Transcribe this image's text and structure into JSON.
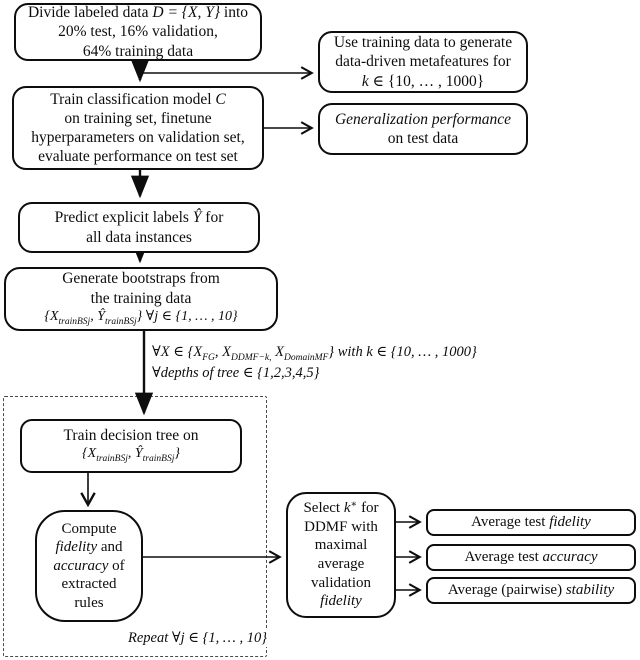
{
  "figure_type": "flowchart",
  "accent_color": "#0d0d0d",
  "background_color": "#ffffff",
  "boxes": {
    "divide": {
      "l1a": "Divide labeled data ",
      "l1b": "D = {X, Y}",
      "l1c": " into",
      "l2": "20% test, 16% validation,",
      "l3": "64% training data"
    },
    "metafeatures": {
      "l1": "Use training data to generate",
      "l2": "data-driven metafeatures for",
      "l3a": "k",
      "l3b": " ∈ {10, … , 1000}"
    },
    "train_model": {
      "l1a": "Train classification model ",
      "l1b": "C",
      "l2": "on training set, finetune",
      "l3": "hyperparameters on validation set,",
      "l4": "evaluate performance on test set"
    },
    "generalization": {
      "l1": "Generalization performance",
      "l2": "on test data"
    },
    "predict": {
      "l1a": "Predict explicit labels ",
      "l1b": "Ŷ",
      "l1c": " for",
      "l2": "all data instances"
    },
    "bootstraps": {
      "l1": "Generate bootstraps from",
      "l2": "the training data",
      "l3a": "{X",
      "l3sub1": "trainBSj",
      "l3b": ", Ŷ",
      "l3sub2": "trainBSj",
      "l3c": "} ∀j ∈ {1, … , 10}"
    },
    "train_tree": {
      "l1": "Train decision tree on",
      "l2a": "{X",
      "l2sub1": "trainBSj",
      "l2b": ", Ŷ",
      "l2sub2": "trainBSj",
      "l2c": "}"
    },
    "compute": {
      "l1": "Compute",
      "l2a": "fidelity",
      "l2b": " and",
      "l3a": "accuracy",
      "l3b": " of",
      "l4": "extracted",
      "l5": "rules"
    },
    "select": {
      "l1a": "Select ",
      "l1b": "k",
      "l1sup": "∗",
      "l1c": " for",
      "l2": "DDMF with",
      "l3": "maximal",
      "l4": "average",
      "l5": "validation",
      "l6": "fidelity"
    },
    "out_fidelity": {
      "a": "Average test ",
      "b": "fidelity"
    },
    "out_accuracy": {
      "a": "Average test ",
      "b": "accuracy"
    },
    "out_stability": {
      "a": "Average (pairwise) ",
      "b": "stability"
    }
  },
  "notes": {
    "forall_l1a": "∀X ∈ {X",
    "forall_l1sub1": "FG",
    "forall_l1b": ", X",
    "forall_l1sub2": "DDMF−k,",
    "forall_l1c": " X",
    "forall_l1sub3": "DomainMF",
    "forall_l1d": "} with k ∈ {10, … , 1000}",
    "forall_l2": "∀depths of tree ∈ {1,2,3,4,5}",
    "repeat_a": "Repeat",
    "repeat_b": " ∀j ∈ {1, … , 10}"
  }
}
